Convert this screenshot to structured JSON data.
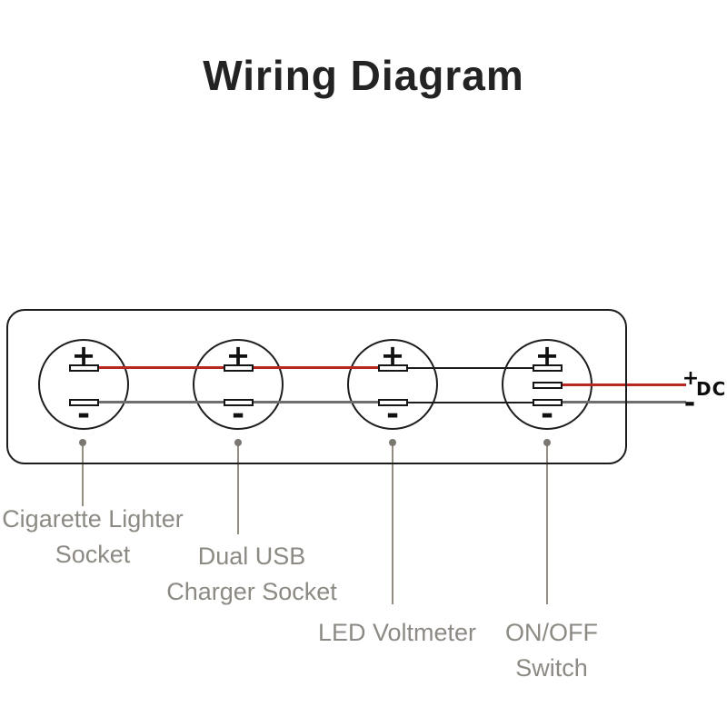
{
  "title": "Wiring Diagram",
  "components": [
    {
      "name": "Cigarette Lighter Socket",
      "label_line1": "Cigarette Lighter",
      "label_line2": "Socket",
      "plus": "+",
      "minus": "-"
    },
    {
      "name": "Dual USB Charger Socket",
      "label_line1": "Dual USB",
      "label_line2": "Charger Socket",
      "plus": "+",
      "minus": "-"
    },
    {
      "name": "LED Voltmeter",
      "label_line1": "LED Voltmeter",
      "label_line2": "",
      "plus": "+",
      "minus": "-"
    },
    {
      "name": "ON/OFF Switch",
      "label_line1": "ON/OFF",
      "label_line2": "Switch",
      "plus": "+",
      "minus": "-"
    }
  ],
  "dc_output": {
    "plus": "+",
    "label": "DC",
    "minus": "-"
  },
  "colors": {
    "positive_wire": "#b82722",
    "negative_wire": "#6e6e6e",
    "link_wire": "#1d1d1d",
    "panel_border": "#1c1c1c",
    "label_text": "#8d8a84",
    "leader_line": "#938d82",
    "title_text": "#232323"
  }
}
